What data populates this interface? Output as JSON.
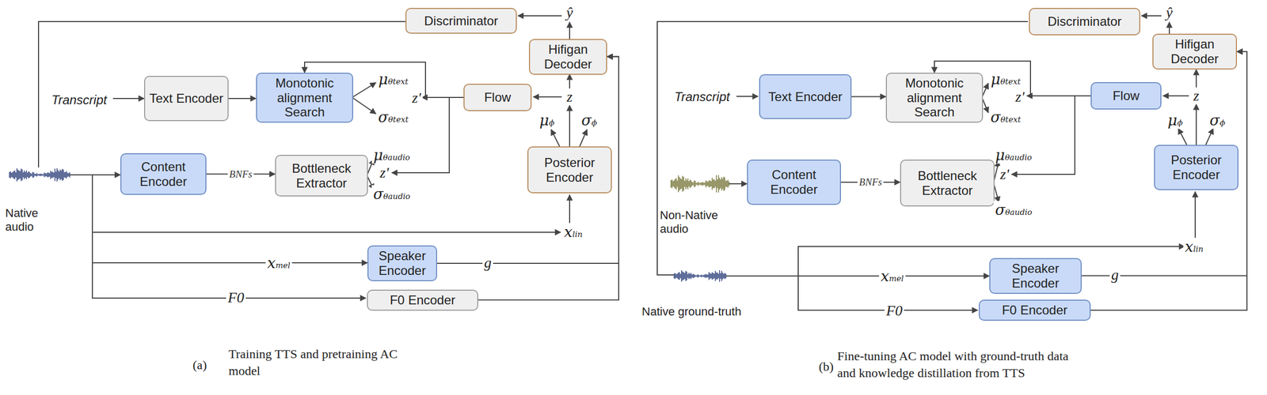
{
  "diagram": {
    "nodes": [
      {
        "text": [
          "Discriminator"
        ]
      },
      {
        "text": [
          "Hifigan Decoder"
        ]
      },
      {
        "text": [
          "Text Encoder"
        ]
      },
      {
        "text": [
          "Monotonic alignment Search"
        ]
      },
      {
        "text": [
          "Flow"
        ]
      },
      {
        "text": [
          "Content Encoder"
        ]
      },
      {
        "text": [
          "Bottleneck Extractor"
        ]
      },
      {
        "text": [
          "Posterior Encoder"
        ]
      },
      {
        "text": [
          "Speaker Encoder"
        ]
      },
      {
        "text": [
          "F0 Encoder"
        ]
      },
      {
        "text": [
          "Discriminator"
        ]
      },
      {
        "text": [
          "Hifigan Decoder"
        ]
      },
      {
        "text": [
          "Text Encoder"
        ]
      },
      {
        "text": [
          "Monotonic alignment Search"
        ]
      },
      {
        "text": [
          "Flow"
        ]
      },
      {
        "text": [
          "Content Encoder"
        ]
      },
      {
        "text": [
          "Bottleneck Extractor"
        ]
      },
      {
        "text": [
          "Posterior Encoder"
        ]
      },
      {
        "text": [
          "Speaker Encoder"
        ]
      },
      {
        "text": [
          "F0 Encoder"
        ]
      }
    ],
    "edges": [
      {
        "from": 2,
        "to": 3,
        "arrow": "to"
      },
      {
        "from": 5,
        "to": 6,
        "arrow": "to",
        "label": "BNFs"
      },
      {
        "from": 4,
        "to": 3,
        "arrow": "to"
      },
      {
        "from": 8,
        "to": 1,
        "arrow": "to"
      },
      {
        "from": 9,
        "to": 1,
        "arrow": "to"
      },
      {
        "from": 12,
        "to": 13,
        "arrow": "to"
      },
      {
        "from": 15,
        "to": 16,
        "arrow": "to",
        "label": "BNFs"
      },
      {
        "from": 14,
        "to": 13,
        "arrow": "to"
      },
      {
        "from": 18,
        "to": 11,
        "arrow": "to"
      },
      {
        "from": 19,
        "to": 11,
        "arrow": "to"
      }
    ],
    "labels": [
      "ŷ",
      "Transcript",
      "μθtext",
      "z'",
      "σθtext",
      "z",
      "μϕ",
      "σϕ",
      "μθaudio",
      "z'",
      "σθaudio",
      "Native audio",
      "xlin",
      "xmel",
      "g",
      "F0",
      "(a)",
      "Training TTS and pretraining AC model",
      "ŷ",
      "Transcript",
      "μθtext",
      "z'",
      "σθtext",
      "z",
      "μϕ",
      "σϕ",
      "μθaudio",
      "z'",
      "σθaudio",
      "Non-Native audio",
      "xlin",
      "xmel",
      "g",
      "F0",
      "Native ground-truth",
      "(b)",
      "Fine-tuning AC model with ground-truth data and knowledge distillation from TTS"
    ]
  }
}
